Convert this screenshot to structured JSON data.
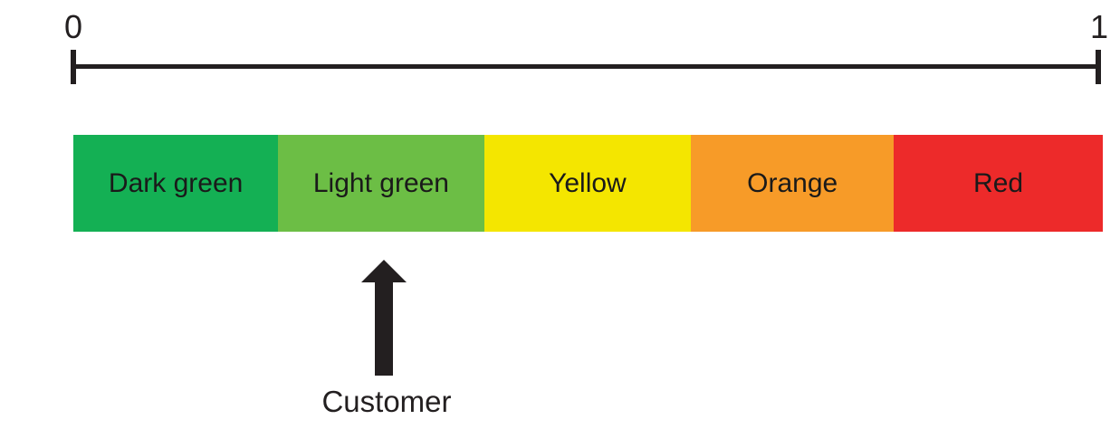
{
  "chart_data": {
    "type": "bar",
    "title": "",
    "subtitle": "",
    "xlabel": "",
    "ylabel": "",
    "orientation": "horizontal",
    "grid": false,
    "legend": "none",
    "axis": {
      "min_label": "0",
      "max_label": "1",
      "xlim": [
        0,
        1
      ]
    },
    "categories": [
      "Dark green",
      "Light green",
      "Yellow",
      "Orange",
      "Red"
    ],
    "values": [
      0.199,
      0.2,
      0.201,
      0.197,
      0.203
    ],
    "ranges": [
      [
        0.0,
        0.199
      ],
      [
        0.199,
        0.399
      ],
      [
        0.399,
        0.6
      ],
      [
        0.6,
        0.797
      ],
      [
        0.797,
        1.0
      ]
    ],
    "colors": [
      "#14B054",
      "#6CBE45",
      "#F4E600",
      "#F79B28",
      "#ED2A2A"
    ],
    "annotations": [
      {
        "label": "Customer",
        "marker": "up-arrow",
        "x": 0.3,
        "in_segment": "Light green"
      }
    ]
  },
  "axis": {
    "start_label": "0",
    "end_label": "1"
  },
  "band": {
    "segments": [
      {
        "label": "Dark green",
        "color": "#14B054",
        "width_pct": 19.9
      },
      {
        "label": "Light green",
        "color": "#6CBE45",
        "width_pct": 20.0
      },
      {
        "label": "Yellow",
        "color": "#F4E600",
        "width_pct": 20.1
      },
      {
        "label": "Orange",
        "color": "#F79B28",
        "width_pct": 19.7
      },
      {
        "label": "Red",
        "color": "#ED2A2A",
        "width_pct": 20.3
      }
    ]
  },
  "marker": {
    "label": "Customer",
    "arrow_color": "#231f20"
  }
}
